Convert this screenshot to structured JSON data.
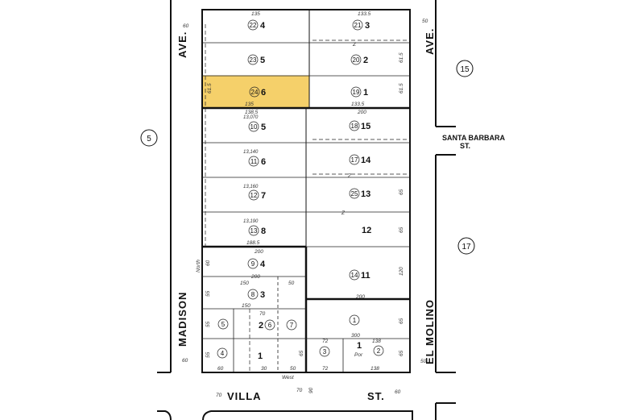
{
  "map": {
    "streets": {
      "madison_ave": "MADISON",
      "ave_label": "AVE.",
      "el_molino": "EL MOLINO",
      "santa_barbara_1": "SANTA BARBARA",
      "santa_barbara_2": "ST.",
      "villa": "VILLA",
      "villa_st": "ST."
    },
    "block_numbers": [
      "5",
      "15",
      "17"
    ],
    "highlight_color": "#f5d06a",
    "west_lots": [
      {
        "lot": "4",
        "parcel": "22"
      },
      {
        "lot": "5",
        "parcel": "23"
      },
      {
        "lot": "6",
        "parcel": "24",
        "highlighted": true
      },
      {
        "lot": "5",
        "parcel": "10"
      },
      {
        "lot": "6",
        "parcel": "11"
      },
      {
        "lot": "7",
        "parcel": "12"
      },
      {
        "lot": "8",
        "parcel": "13"
      },
      {
        "lot": "4",
        "parcel": "9"
      },
      {
        "lot": "3",
        "parcel": "8"
      },
      {
        "lot": "2",
        "parcel": "6"
      }
    ],
    "east_lots": [
      {
        "lot": "3",
        "parcel": "21"
      },
      {
        "lot": "2",
        "parcel": "20"
      },
      {
        "lot": "1",
        "parcel": "19"
      },
      {
        "lot": "15",
        "parcel": "18"
      },
      {
        "lot": "14",
        "parcel": "17"
      },
      {
        "lot": "13",
        "parcel": "25"
      },
      {
        "lot": "12",
        "parcel": ""
      },
      {
        "lot": "11",
        "parcel": "14"
      },
      {
        "lot": "",
        "parcel": "1"
      },
      {
        "lot": "1",
        "parcel": "3"
      },
      {
        "lot": "1",
        "parcel": "2"
      }
    ],
    "small_parcels": [
      "5",
      "7",
      "4",
      "1"
    ],
    "dims": {
      "d135": "135",
      "d1335": "133.5",
      "d615": "61.5",
      "d1385": "138.5",
      "d200": "200",
      "d60": "60",
      "d50": "50",
      "d55": "55",
      "d150": "150",
      "d300": "300",
      "d72": "72",
      "d138": "138",
      "d70": "70",
      "d30": "30",
      "d65": "65",
      "d1885": "188.5",
      "d120": "120",
      "d90": "90",
      "d55b": "55"
    },
    "areas": {
      "a1": "13,070",
      "a2": "13,140",
      "a3": "13,160",
      "a4": "13,190"
    },
    "misc": {
      "north": "North",
      "west": "West",
      "por": "Por",
      "fifty": "50",
      "z": "Z"
    }
  }
}
